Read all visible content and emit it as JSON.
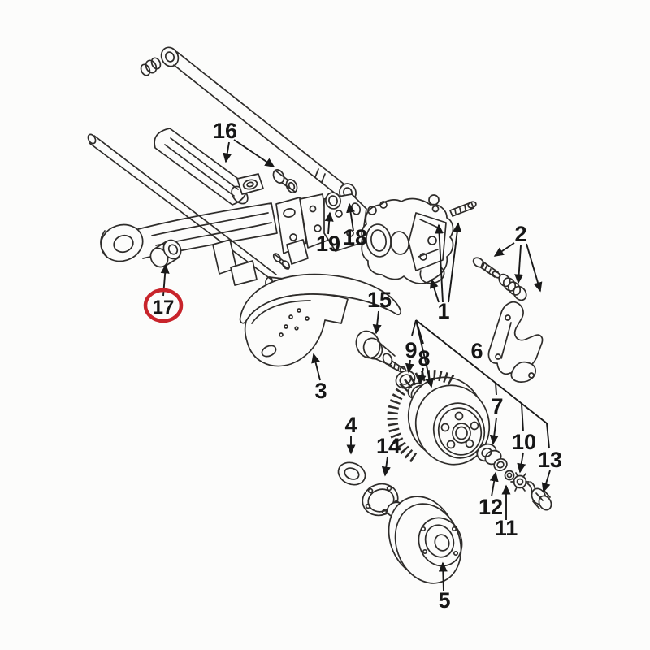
{
  "diagram": {
    "kind": "exploded-parts-diagram",
    "background_color": "#fcfcfb",
    "line_color": "#2e2c2a",
    "highlight": {
      "part": "17",
      "ring_color": "#c8242b"
    },
    "callouts": [
      {
        "id": "1",
        "text": "1"
      },
      {
        "id": "2",
        "text": "2"
      },
      {
        "id": "3",
        "text": "3"
      },
      {
        "id": "4",
        "text": "4"
      },
      {
        "id": "5",
        "text": "5"
      },
      {
        "id": "6",
        "text": "6"
      },
      {
        "id": "7",
        "text": "7"
      },
      {
        "id": "8",
        "text": "8"
      },
      {
        "id": "9",
        "text": "9"
      },
      {
        "id": "10",
        "text": "10"
      },
      {
        "id": "11",
        "text": "11"
      },
      {
        "id": "12",
        "text": "12"
      },
      {
        "id": "13",
        "text": "13"
      },
      {
        "id": "14",
        "text": "14"
      },
      {
        "id": "15",
        "text": "15"
      },
      {
        "id": "16",
        "text": "16"
      },
      {
        "id": "17",
        "text": "17"
      },
      {
        "id": "18",
        "text": "18"
      },
      {
        "id": "19",
        "text": "19"
      }
    ]
  }
}
